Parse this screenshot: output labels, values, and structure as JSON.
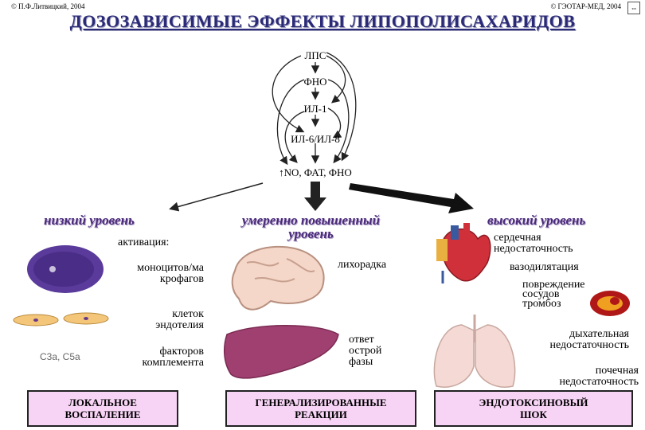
{
  "header": {
    "copyright_left": "© П.Ф.Литвицкий, 2004",
    "copyright_right": "© ГЭОТАР-МЕД, 2004",
    "title": "ДОЗОЗАВИСИМЫЕ ЭФФЕКТЫ ЛИПОПОЛИСАХАРИДОВ"
  },
  "cascade": {
    "lps": "ЛПС",
    "fno": "ФНО",
    "il1": "ИЛ-1",
    "il68": "ИЛ-6/ИЛ-8",
    "mediators": "NO, ФАТ, ФНО",
    "up_arrow": "↑"
  },
  "low": {
    "heading": "низкий уровень",
    "activation": "активация:",
    "item1": [
      "моноцитов/ма",
      "крофагов"
    ],
    "item2": [
      "клеток",
      "эндотелия"
    ],
    "item3": [
      "факторов",
      "комплемента"
    ],
    "complement_label": "C3a, C5a",
    "outcome": [
      "ЛОКАЛЬНОЕ",
      "ВОСПАЛЕНИЕ"
    ]
  },
  "moderate": {
    "heading": [
      "умеренно повышенный",
      "уровень"
    ],
    "fever": "лихорадка",
    "acute_phase": [
      "ответ",
      "острой",
      "фазы"
    ],
    "outcome": [
      "ГЕНЕРАЛИЗИРОВАННЫЕ",
      "РЕАКЦИИ"
    ]
  },
  "high": {
    "heading": "высокий уровень",
    "cardiac": [
      "сердечная",
      "недостаточность"
    ],
    "vasodilation": "вазодилятация",
    "vessel_damage": [
      "повреждение",
      "сосудов",
      "тромбоз"
    ],
    "respiratory": [
      "дыхательная",
      "недостаточность"
    ],
    "renal": [
      "почечная",
      "недостаточность"
    ],
    "outcome": [
      "ЭНДОТОКСИНОВЫЙ",
      "ШОК"
    ]
  }
}
